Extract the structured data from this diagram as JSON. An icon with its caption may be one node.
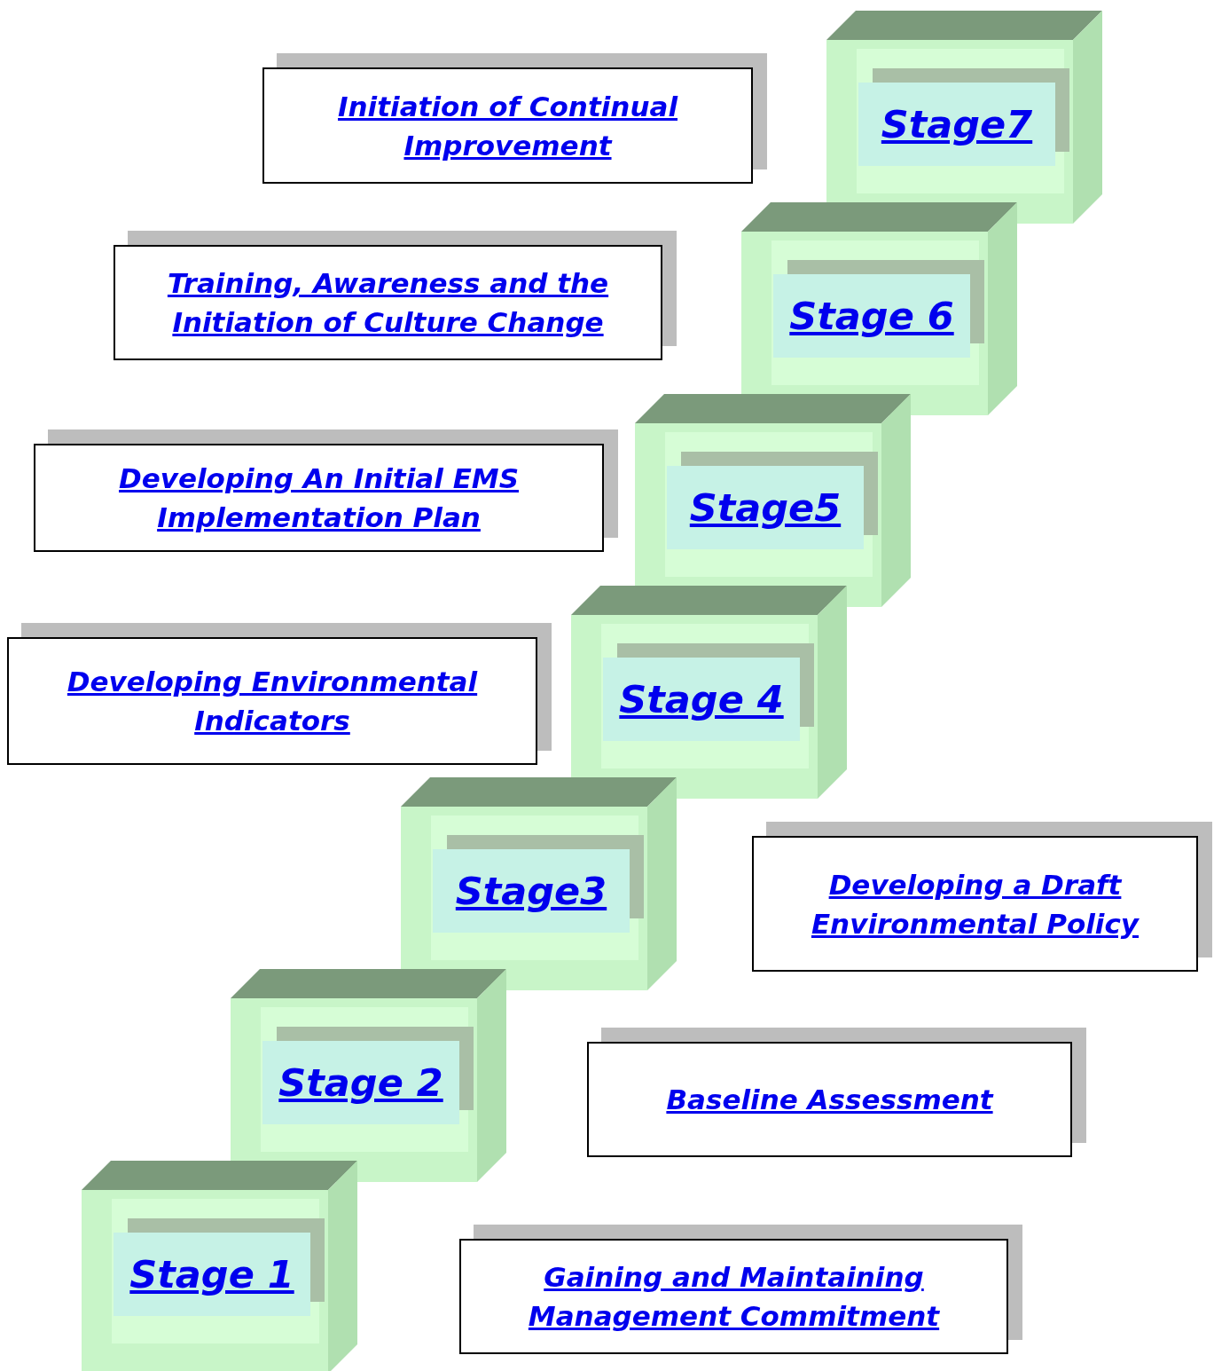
{
  "diagram": {
    "nodes": [
      {
        "text": [
          "Initiation of Continual Improvement"
        ]
      },
      {
        "text": [
          "Stage7"
        ]
      },
      {
        "text": [
          "Training, Awareness and the Initiation of Culture Change"
        ]
      },
      {
        "text": [
          "Stage 6"
        ]
      },
      {
        "text": [
          "Developing An Initial EMS Implementation Plan"
        ]
      },
      {
        "text": [
          "Stage5"
        ]
      },
      {
        "text": [
          "Developing Environmental Indicators"
        ]
      },
      {
        "text": [
          "Stage 4"
        ]
      },
      {
        "text": [
          "Stage3"
        ]
      },
      {
        "text": [
          "Developing a Draft Environmental Policy"
        ]
      },
      {
        "text": [
          "Stage 2"
        ]
      },
      {
        "text": [
          "Baseline Assessment"
        ]
      },
      {
        "text": [
          "Stage 1"
        ]
      },
      {
        "text": [
          "Gaining and Maintaining Management Commitment"
        ]
      }
    ]
  }
}
